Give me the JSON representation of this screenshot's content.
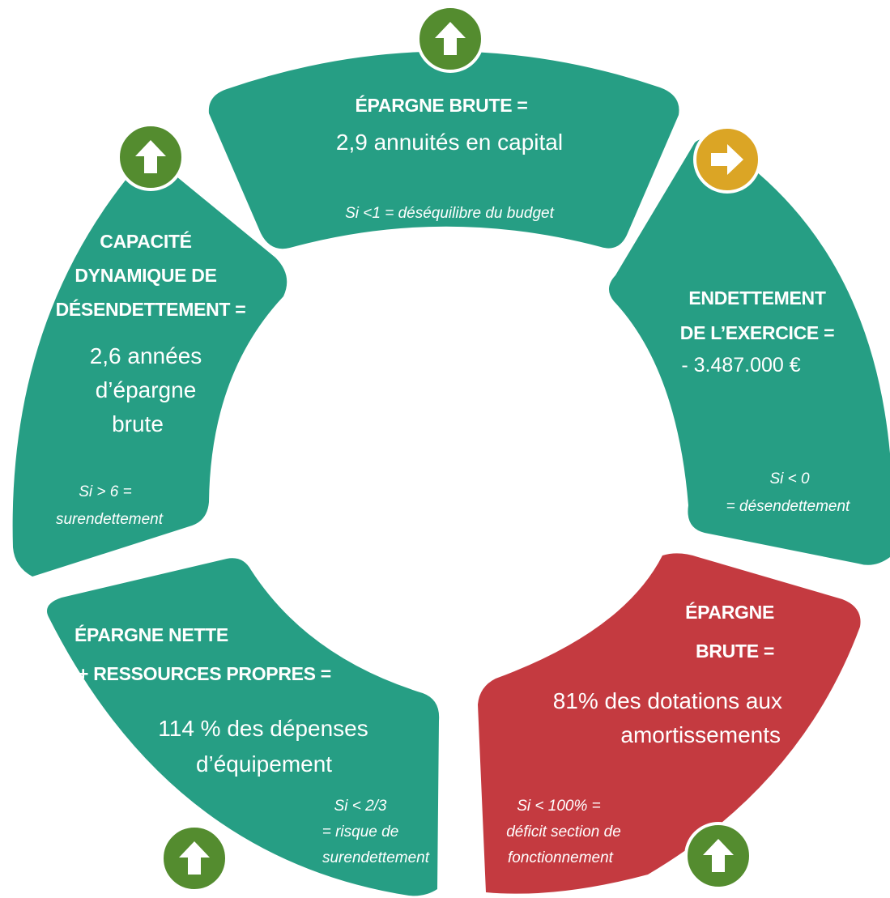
{
  "colors": {
    "teal": "#269e84",
    "red": "#c43a40",
    "green_badge": "#548c2f",
    "gold_badge": "#dba525",
    "text": "#ffffff"
  },
  "segments": {
    "top": {
      "label": "ÉPARGNE BRUTE =",
      "value": "2,9 annuités en capital",
      "note": "Si <1 = déséquilibre du budget",
      "indicator": "arrow-up-icon"
    },
    "right": {
      "label_line1": "ENDETTEMENT",
      "label_line2": "DE L’EXERCICE  =",
      "value": "- 3.487.000 €",
      "note_line1": "Si < 0",
      "note_line2": "= désendettement",
      "indicator": "arrow-right-icon"
    },
    "bottom_right": {
      "label_line1": "ÉPARGNE",
      "label_line2": "BRUTE =",
      "value_line1": "81% des dotations aux",
      "value_line2": "amortissements",
      "note_line1": "Si < 100% =",
      "note_line2": "déficit section de",
      "note_line3": "fonctionnement",
      "indicator": "arrow-up-icon"
    },
    "bottom_left": {
      "label_line1": "ÉPARGNE NETTE",
      "label_line2": "+ RESSOURCES PROPRES  =",
      "value_line1": "114 % des dépenses",
      "value_line2": "d’équipement",
      "note_line1": "Si < 2/3",
      "note_line2": "= risque de",
      "note_line3": "surendettement",
      "indicator": "arrow-up-icon"
    },
    "left": {
      "label_line1": "CAPACITÉ",
      "label_line2": "DYNAMIQUE DE",
      "label_line3": "DÉSENDETTEMENT =",
      "value_line1": "2,6 années",
      "value_line2": "d’épargne",
      "value_line3": "brute",
      "note_line1": "Si > 6 =",
      "note_line2": "surendettement",
      "indicator": "arrow-up-icon"
    }
  }
}
